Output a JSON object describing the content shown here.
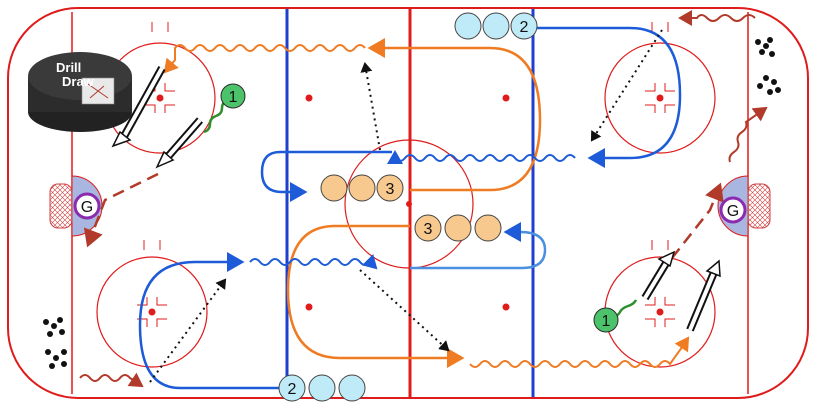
{
  "diagram": {
    "player_labels": {
      "group3_top": "3",
      "group3_bottom": "3",
      "group2_top": "2",
      "group2_bottom": "2",
      "shooter_left": "1",
      "shooter_right": "1",
      "goalie_left": "G",
      "goalie_right": "G"
    },
    "logo": {
      "line1": "Drill",
      "line2": "Draw"
    },
    "colors": {
      "rink_line": "#e01b1b",
      "blue_line": "#1f3fd0",
      "orange_player": "#f7c98e",
      "cyan_player": "#bfeaf7",
      "green_player": "#4cc36a",
      "skate_orange": "#ef7b22",
      "skate_blue": "#1d5bd8",
      "pass_brown": "#b23a2a",
      "stickhandle_green": "#2e8f2e",
      "crease": "#a9b6e0"
    }
  }
}
